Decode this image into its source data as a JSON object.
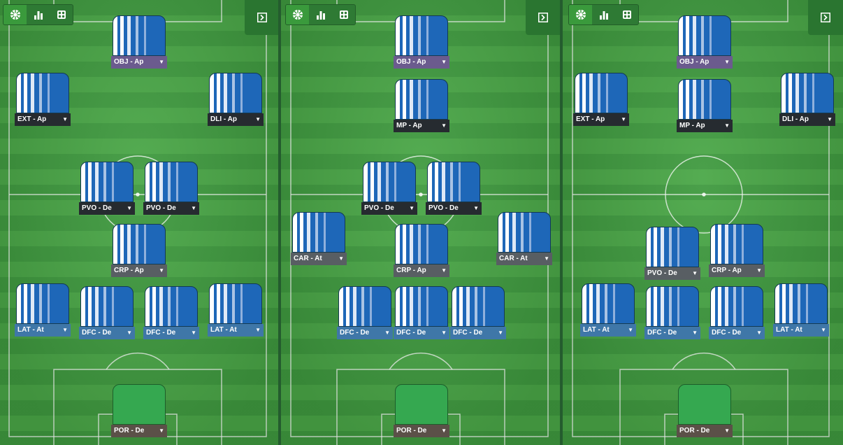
{
  "colors": {
    "kit_primary": "#1e67b8",
    "kit_secondary": "#ffffff",
    "goalkeeper": "#35a850",
    "pitch_light": "#4aa747",
    "pitch_dark": "#3f9a3f"
  },
  "toolbar_icons": [
    "pitch-view-icon",
    "bar-chart-icon",
    "tactics-board-icon"
  ],
  "collapse_icon": "collapse-panel-icon",
  "panels": [
    {
      "players": [
        {
          "role": "OBJ - Ap",
          "label_color": "purple"
        },
        {
          "role": "EXT - Ap",
          "label_color": "dark"
        },
        {
          "role": "DLI - Ap",
          "label_color": "dark"
        },
        {
          "role": "PVO - De",
          "label_color": "dark"
        },
        {
          "role": "PVO - De",
          "label_color": "dark"
        },
        {
          "role": "CRP - Ap",
          "label_color": "gray"
        },
        {
          "role": "LAT - At",
          "label_color": "blue"
        },
        {
          "role": "DFC - De",
          "label_color": "blue"
        },
        {
          "role": "DFC - De",
          "label_color": "blue"
        },
        {
          "role": "LAT - At",
          "label_color": "blue"
        },
        {
          "role": "POR - De",
          "label_color": "brown"
        }
      ]
    },
    {
      "players": [
        {
          "role": "OBJ - Ap",
          "label_color": "purple"
        },
        {
          "role": "MP - Ap",
          "label_color": "dark"
        },
        {
          "role": "PVO - De",
          "label_color": "dark"
        },
        {
          "role": "PVO - De",
          "label_color": "dark"
        },
        {
          "role": "CAR - At",
          "label_color": "gray"
        },
        {
          "role": "CRP - Ap",
          "label_color": "gray"
        },
        {
          "role": "CAR - At",
          "label_color": "gray"
        },
        {
          "role": "DFC - De",
          "label_color": "blue"
        },
        {
          "role": "DFC - De",
          "label_color": "blue"
        },
        {
          "role": "DFC - De",
          "label_color": "blue"
        },
        {
          "role": "POR - De",
          "label_color": "brown"
        }
      ]
    },
    {
      "players": [
        {
          "role": "OBJ - Ap",
          "label_color": "purple"
        },
        {
          "role": "EXT - Ap",
          "label_color": "dark"
        },
        {
          "role": "MP - Ap",
          "label_color": "dark"
        },
        {
          "role": "DLI - Ap",
          "label_color": "dark"
        },
        {
          "role": "PVO - De",
          "label_color": "gray"
        },
        {
          "role": "CRP - Ap",
          "label_color": "gray"
        },
        {
          "role": "LAT - At",
          "label_color": "blue"
        },
        {
          "role": "DFC - De",
          "label_color": "blue"
        },
        {
          "role": "DFC - De",
          "label_color": "blue"
        },
        {
          "role": "LAT - At",
          "label_color": "blue"
        },
        {
          "role": "POR - De",
          "label_color": "brown"
        }
      ]
    }
  ]
}
